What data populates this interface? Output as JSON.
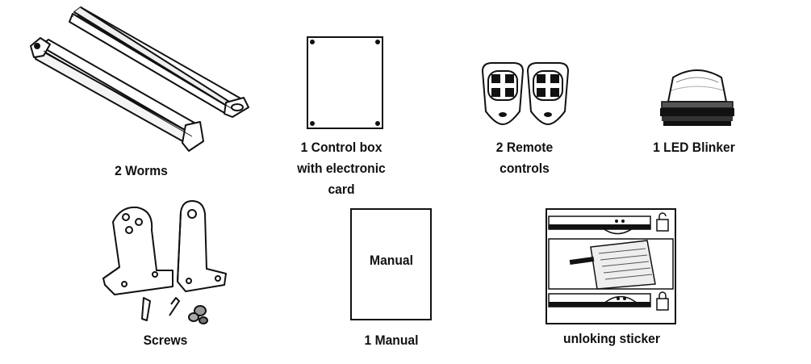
{
  "items": {
    "worms": {
      "label": "2 Worms"
    },
    "control_box": {
      "label_lines": [
        "1 Control box",
        "with electronic",
        "card"
      ]
    },
    "remotes": {
      "label_lines": [
        "2 Remote",
        "controls"
      ]
    },
    "blinker": {
      "label": "1 LED Blinker"
    },
    "screws": {
      "label": "Screws"
    },
    "manual": {
      "cover_text": "Manual",
      "label": "1 Manual"
    },
    "sticker": {
      "label": "unloking sticker"
    }
  },
  "colors": {
    "line": "#111111",
    "background": "#ffffff"
  }
}
